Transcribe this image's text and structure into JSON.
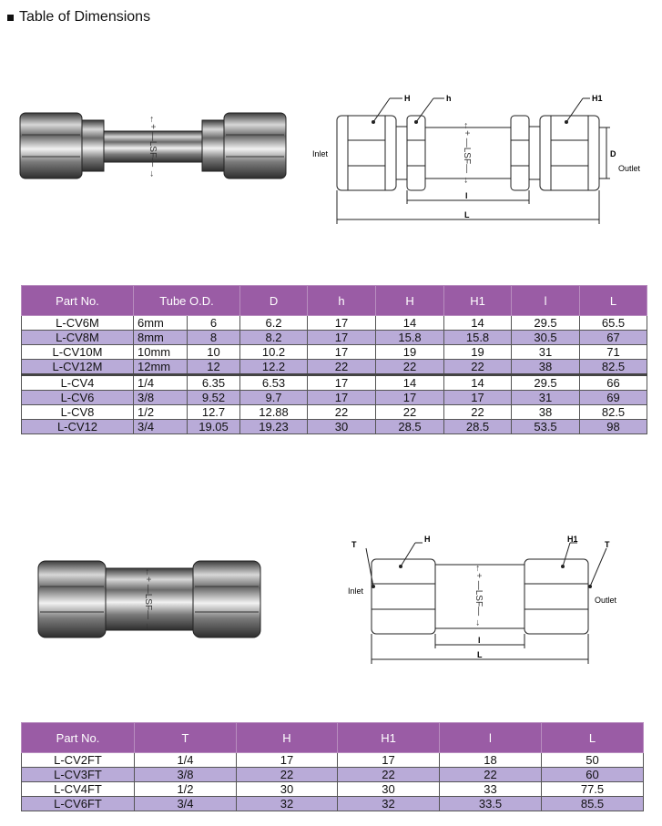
{
  "heading": "Table of Dimensions",
  "colors": {
    "header_purple": "#9a5ca5",
    "row_purple": "#b9abd8"
  },
  "body_marking": "←+ —LSF— →",
  "drawing1": {
    "labels": {
      "H": "H",
      "h": "h",
      "H1": "H1",
      "D": "D",
      "l": "l",
      "L": "L",
      "inlet": "Inlet",
      "outlet": "Outlet"
    }
  },
  "drawing2": {
    "labels": {
      "T_left": "T",
      "H": "H",
      "H1": "H1",
      "T_right": "T",
      "l": "l",
      "L": "L",
      "inlet": "Inlet",
      "outlet": "Outlet"
    }
  },
  "table1": {
    "headers": [
      "Part No.",
      "Tube O.D.",
      "D",
      "h",
      "H",
      "H1",
      "l",
      "L"
    ],
    "rows": [
      [
        "L-CV6M",
        "6mm",
        "6",
        "6.2",
        "17",
        "14",
        "14",
        "29.5",
        "65.5"
      ],
      [
        "L-CV8M",
        "8mm",
        "8",
        "8.2",
        "17",
        "15.8",
        "15.8",
        "30.5",
        "67"
      ],
      [
        "L-CV10M",
        "10mm",
        "10",
        "10.2",
        "17",
        "19",
        "19",
        "31",
        "71"
      ],
      [
        "L-CV12M",
        "12mm",
        "12",
        "12.2",
        "22",
        "22",
        "22",
        "38",
        "82.5"
      ],
      [
        "L-CV4",
        "1/4",
        "6.35",
        "6.53",
        "17",
        "14",
        "14",
        "29.5",
        "66"
      ],
      [
        "L-CV6",
        "3/8",
        "9.52",
        "9.7",
        "17",
        "17",
        "17",
        "31",
        "69"
      ],
      [
        "L-CV8",
        "1/2",
        "12.7",
        "12.88",
        "22",
        "22",
        "22",
        "38",
        "82.5"
      ],
      [
        "L-CV12",
        "3/4",
        "19.05",
        "19.23",
        "30",
        "28.5",
        "28.5",
        "53.5",
        "98"
      ]
    ]
  },
  "table2": {
    "headers": [
      "Part No.",
      "T",
      "H",
      "H1",
      "l",
      "L"
    ],
    "rows": [
      [
        "L-CV2FT",
        "1/4",
        "17",
        "17",
        "18",
        "50"
      ],
      [
        "L-CV3FT",
        "3/8",
        "22",
        "22",
        "22",
        "60"
      ],
      [
        "L-CV4FT",
        "1/2",
        "30",
        "30",
        "33",
        "77.5"
      ],
      [
        "L-CV6FT",
        "3/4",
        "32",
        "32",
        "33.5",
        "85.5"
      ]
    ]
  }
}
